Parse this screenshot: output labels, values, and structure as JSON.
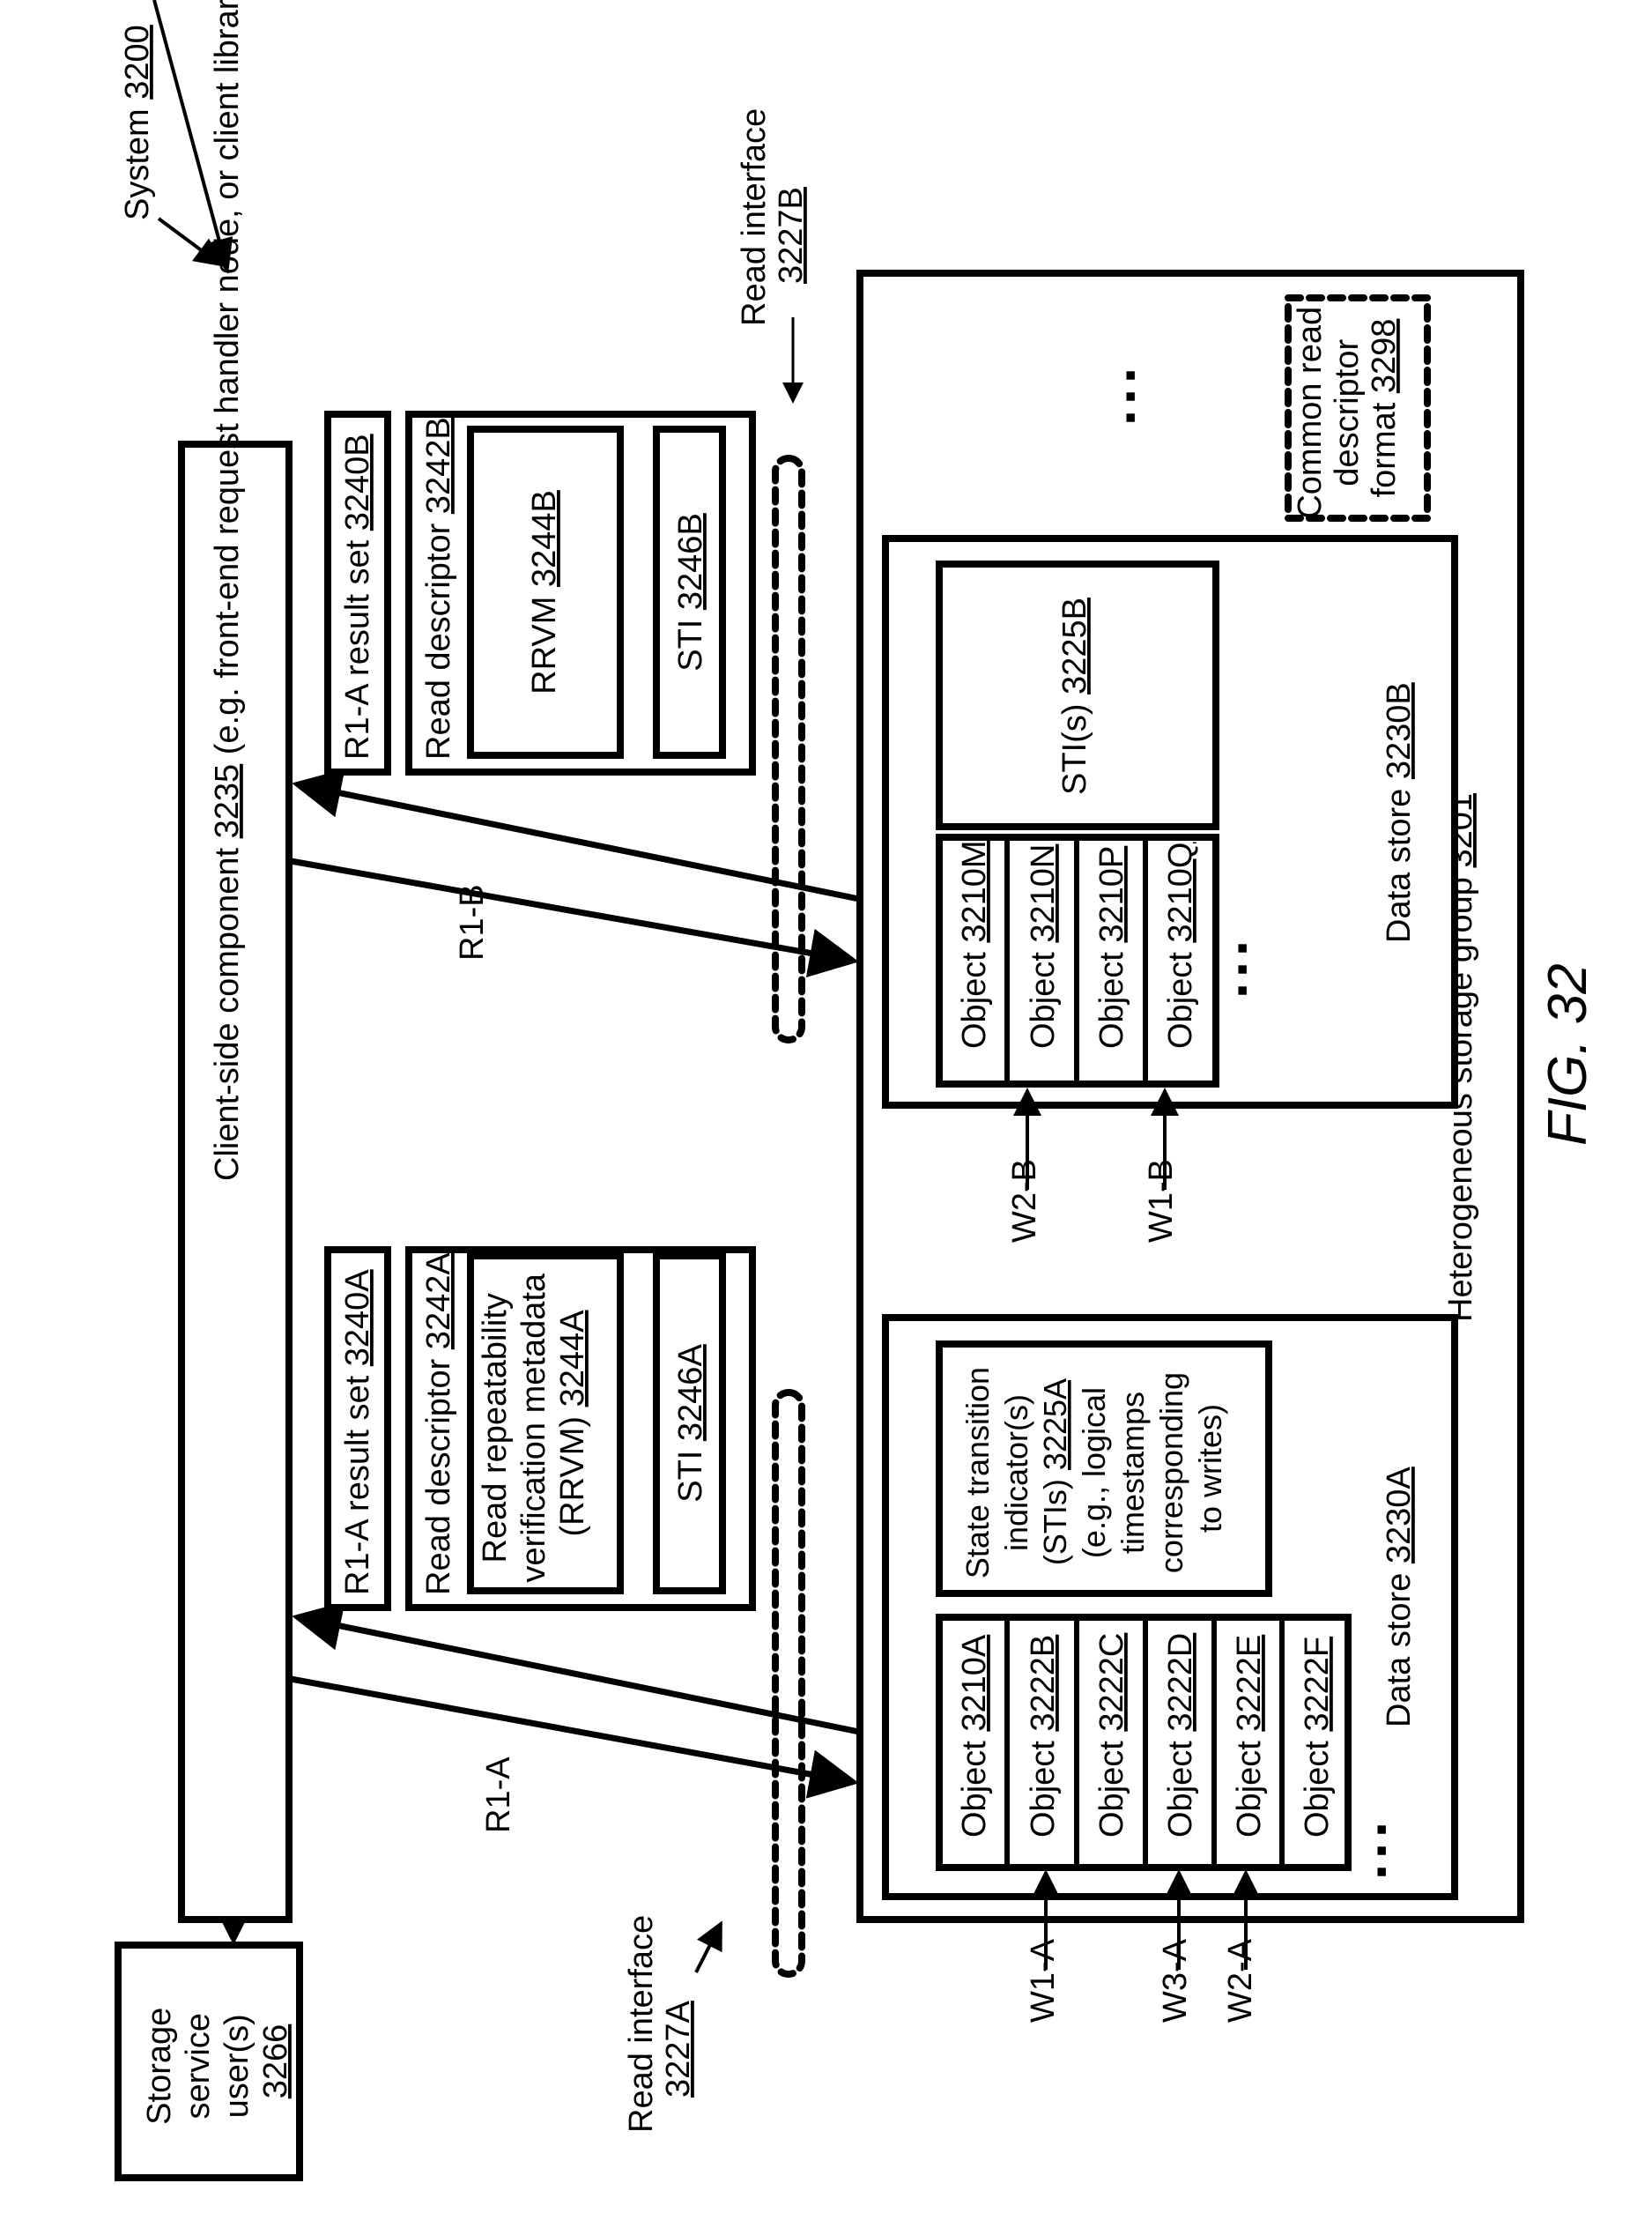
{
  "figure": {
    "label": "FIG. 32",
    "system_label": "System",
    "system_ref": "3200"
  },
  "storage_users": {
    "lines": [
      "Storage",
      "service",
      "user(s)"
    ],
    "ref": "3266"
  },
  "client_component": {
    "prefix": "Client-side component ",
    "ref": "3235",
    "suffix": " (e.g. front-end request handler node, or client library component)"
  },
  "requests": {
    "r1a": "R1-A",
    "r1b": "R1-B"
  },
  "result_set_a": {
    "label": "R1-A result set ",
    "ref": "3240A"
  },
  "read_descriptor_a": {
    "label": "Read descriptor ",
    "ref": "3242A",
    "rrvm_lines": [
      "Read repeatability",
      "verification metadata",
      "(RRVM) "
    ],
    "rrvm_ref": "3244A",
    "sti_label": "STI ",
    "sti_ref": "3246A"
  },
  "result_set_b": {
    "label": "R1-A result set ",
    "ref": "3240B"
  },
  "read_descriptor_b": {
    "label": "Read descriptor ",
    "ref": "3242B",
    "rrvm_label": "RRVM ",
    "rrvm_ref": "3244B",
    "sti_label": "STI ",
    "sti_ref": "3246B"
  },
  "read_interface_a": {
    "label": "Read interface",
    "ref": "3227A"
  },
  "read_interface_b": {
    "label": "Read interface",
    "ref": "3227B"
  },
  "storage_group": {
    "label": "Heterogeneous storage group ",
    "ref": "3201"
  },
  "common_format": {
    "lines": [
      "Common read",
      "descriptor",
      "format "
    ],
    "ref": "3298"
  },
  "data_store_a": {
    "label": "Data store ",
    "ref": "3230A",
    "objects": [
      {
        "label": "Object ",
        "ref": "3210A"
      },
      {
        "label": "Object ",
        "ref": "3222B"
      },
      {
        "label": "Object ",
        "ref": "3222C"
      },
      {
        "label": "Object ",
        "ref": "3222D"
      },
      {
        "label": "Object ",
        "ref": "3222E"
      },
      {
        "label": "Object ",
        "ref": "3222F"
      }
    ],
    "sti_lines": [
      "State transition",
      "indicator(s)",
      "(STIs) ",
      "(e.g., logical",
      "timestamps",
      "corresponding",
      "to writes)"
    ],
    "sti_ref": "3225A",
    "writes": [
      "W1-A",
      "W3-A",
      "W2-A"
    ]
  },
  "data_store_b": {
    "label": "Data store ",
    "ref": "3230B",
    "objects": [
      {
        "label": "Object ",
        "ref": "3210M"
      },
      {
        "label": "Object ",
        "ref": "3210N"
      },
      {
        "label": "Object ",
        "ref": "3210P"
      },
      {
        "label": "Object ",
        "ref": "3210Q"
      }
    ],
    "sti_label": "STI(s) ",
    "sti_ref": "3225B",
    "writes": [
      "W2-B",
      "W1-B"
    ]
  },
  "ellipsis": "▪ ▪ ▪"
}
